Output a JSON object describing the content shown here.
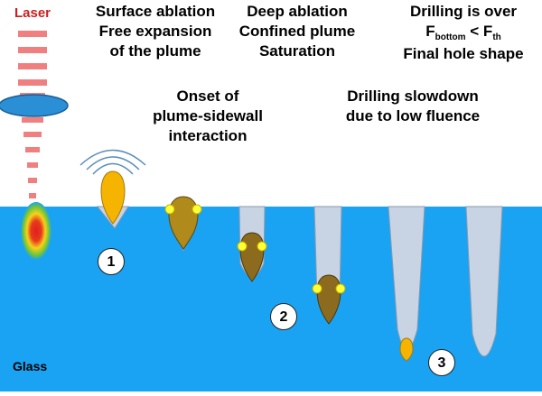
{
  "laser_label": "Laser",
  "material_label": "Glass",
  "stage_1": {
    "lines": [
      "Surface ablation",
      "Free expansion",
      "of the plume"
    ]
  },
  "stage_2": {
    "lines": [
      "Onset of",
      "plume-sidewall",
      "interaction"
    ]
  },
  "stage_3": {
    "lines": [
      "Deep ablation",
      "Confined plume",
      "Saturation"
    ]
  },
  "stage_4": {
    "lines": [
      "Drilling slowdown",
      "due to low fluence"
    ]
  },
  "stage_5": {
    "line1": "Drilling is over",
    "condition": {
      "lhs": "F",
      "lhs_sub": "bottom",
      "op": "<",
      "rhs": "F",
      "rhs_sub": "th"
    },
    "line3": "Final hole shape"
  },
  "markers": [
    "1",
    "2",
    "3"
  ],
  "colors": {
    "glass": "#1aa3f2",
    "laser_pulse": "#f08080",
    "focus_ellipse": "#2b8fd6",
    "hole": "#c8d4e4",
    "plume_early": "#f5b400",
    "plume_confined": "#b08a1a",
    "plume_late": "#8c6a1e",
    "plume_spark": "#ffff33",
    "shockwave": "#5b8db8"
  }
}
